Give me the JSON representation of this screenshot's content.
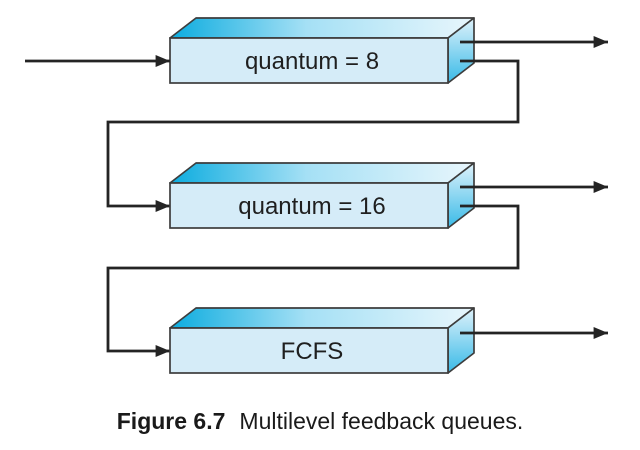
{
  "caption": {
    "label": "Figure 6.7",
    "text": "Multilevel feedback queues."
  },
  "queues": [
    {
      "label": "quantum = 8"
    },
    {
      "label": "quantum = 16"
    },
    {
      "label": "FCFS"
    }
  ],
  "colors": {
    "box_front": "#d5ecf8",
    "box_top_gradient_left": "#0cacdf",
    "box_top_gradient_mid": "#a5e0f5",
    "box_top_gradient_right": "#e8f6fc",
    "box_side_gradient_top": "#dff2fb",
    "box_side_gradient_bottom": "#38bae7",
    "outline": "#3d3d3d",
    "arrow": "#242424",
    "text": "#1f1f1f",
    "background": "#ffffff"
  }
}
